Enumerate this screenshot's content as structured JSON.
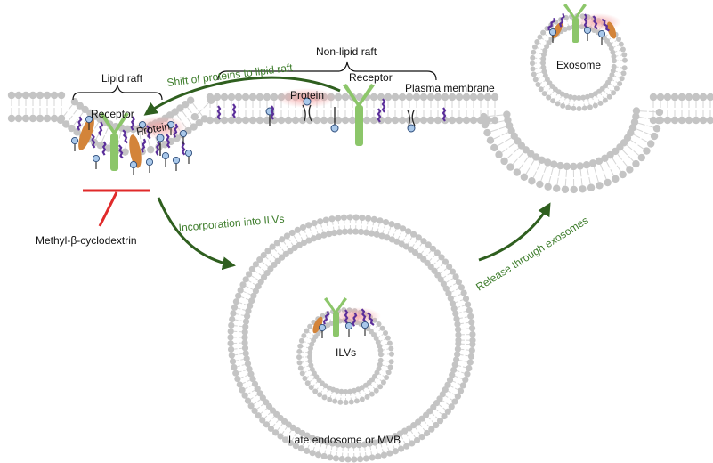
{
  "labels": {
    "lipid_raft": "Lipid raft",
    "non_lipid_raft": "Non-lipid raft",
    "shift": "Shift of proteins to lipid raft",
    "receptor_left": "Receptor",
    "protein_left": "Protein",
    "protein_mid": "Protein",
    "receptor_mid": "Receptor",
    "plasma_membrane": "Plasma membrane",
    "exosome": "Exosome",
    "incorporation": "Incorporation into ILVs",
    "inhibitor": "Methyl-β-cyclodextrin",
    "release": "Release through exosomes",
    "ilvs": "ILVs",
    "endosome": "Late endosome or MVB"
  },
  "colors": {
    "lipid_head": "#c4c4c4",
    "lipid_tail": "#d6d6d6",
    "receptor": "#8cc66a",
    "arrow_green": "#2f5f1f",
    "text_green": "#3e7d2c",
    "inhibitor_red": "#e02a2a",
    "protein_glow": "#f4a8a8",
    "cholesterol": "#5b2f9a",
    "ganglioside": "#a9c8ea",
    "orange_protein": "#d3843a"
  }
}
